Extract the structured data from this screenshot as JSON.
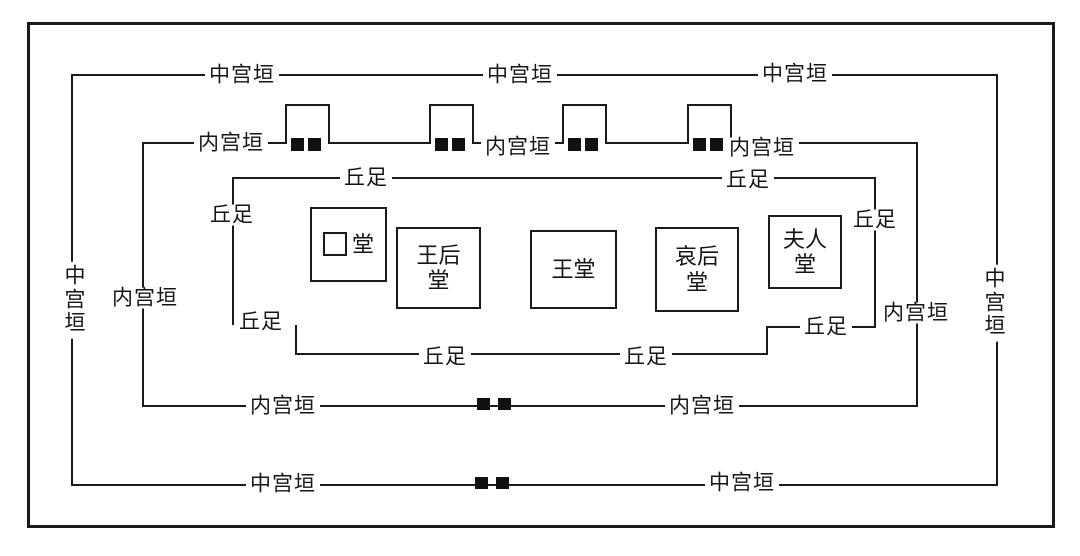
{
  "labels": {
    "middle_wall": "中宫垣",
    "inner_wall": "内宫垣",
    "mound_foot": "丘足"
  },
  "halls": [
    {
      "name": "unknown-hall",
      "symbol": "□",
      "label": "堂"
    },
    {
      "name": "queen-hall",
      "label": "王后堂",
      "line1": "王后",
      "line2": "堂"
    },
    {
      "name": "king-hall",
      "label": "王堂"
    },
    {
      "name": "mourned-queen-hall",
      "label": "哀后堂",
      "line1": "哀后",
      "line2": "堂"
    },
    {
      "name": "consort-hall",
      "label": "夫人堂",
      "line1": "夫人",
      "line2": "堂"
    }
  ],
  "colors": {
    "line": "#1a1a1a",
    "background": "#ffffff"
  }
}
